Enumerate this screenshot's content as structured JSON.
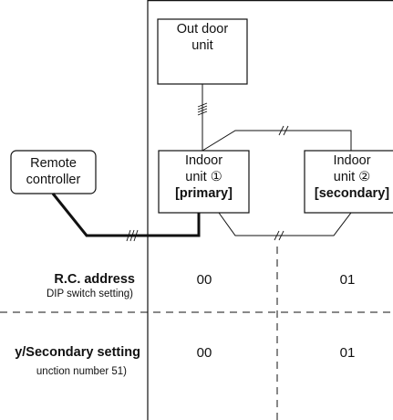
{
  "units": {
    "outdoor": {
      "line1": "Out door",
      "line2": "unit"
    },
    "remote": {
      "line1": "Remote",
      "line2": "controller"
    },
    "indoor1": {
      "line1": "Indoor",
      "line2": "unit ①",
      "role": "[primary]"
    },
    "indoor2": {
      "line1": "Indoor",
      "line2": "unit ②",
      "role": "[secondary]"
    }
  },
  "rows": [
    {
      "title": "R.C. address",
      "subtitle": "DIP switch setting)",
      "values": [
        "00",
        "01"
      ]
    },
    {
      "title": "y/Secondary setting",
      "subtitle": "unction number 51)",
      "values": [
        "00",
        "01"
      ]
    }
  ]
}
